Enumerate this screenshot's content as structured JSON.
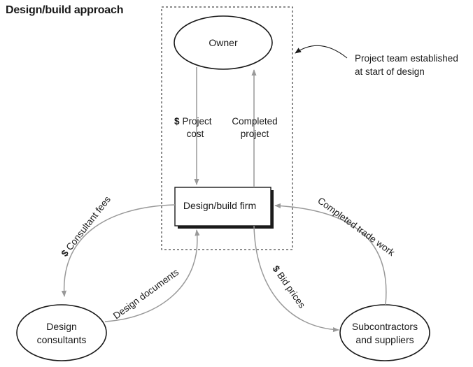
{
  "title": "Design/build approach",
  "nodes": {
    "owner": "Owner",
    "firm": "Design/build firm",
    "consultants": [
      "Design",
      "consultants"
    ],
    "subcontractors": [
      "Subcontractors",
      "and suppliers"
    ]
  },
  "callout": [
    "Project team established",
    "at start of design"
  ],
  "flows": {
    "project_cost": {
      "dollar": "$",
      "lines": [
        "Project",
        "cost"
      ]
    },
    "completed_project": [
      "Completed",
      "project"
    ],
    "consultant_fees": {
      "dollar": "$",
      "text": " Consultant fees"
    },
    "design_documents": "Design documents",
    "bid_prices": {
      "dollar": "$",
      "text": " Bid prices"
    },
    "completed_trade_work": "Completed trade work"
  },
  "colors": {
    "arrow": "#999999",
    "stroke": "#1a1a1a",
    "text": "#1a1a1a"
  },
  "icons": {
    "arrowhead": "filled-triangle"
  }
}
